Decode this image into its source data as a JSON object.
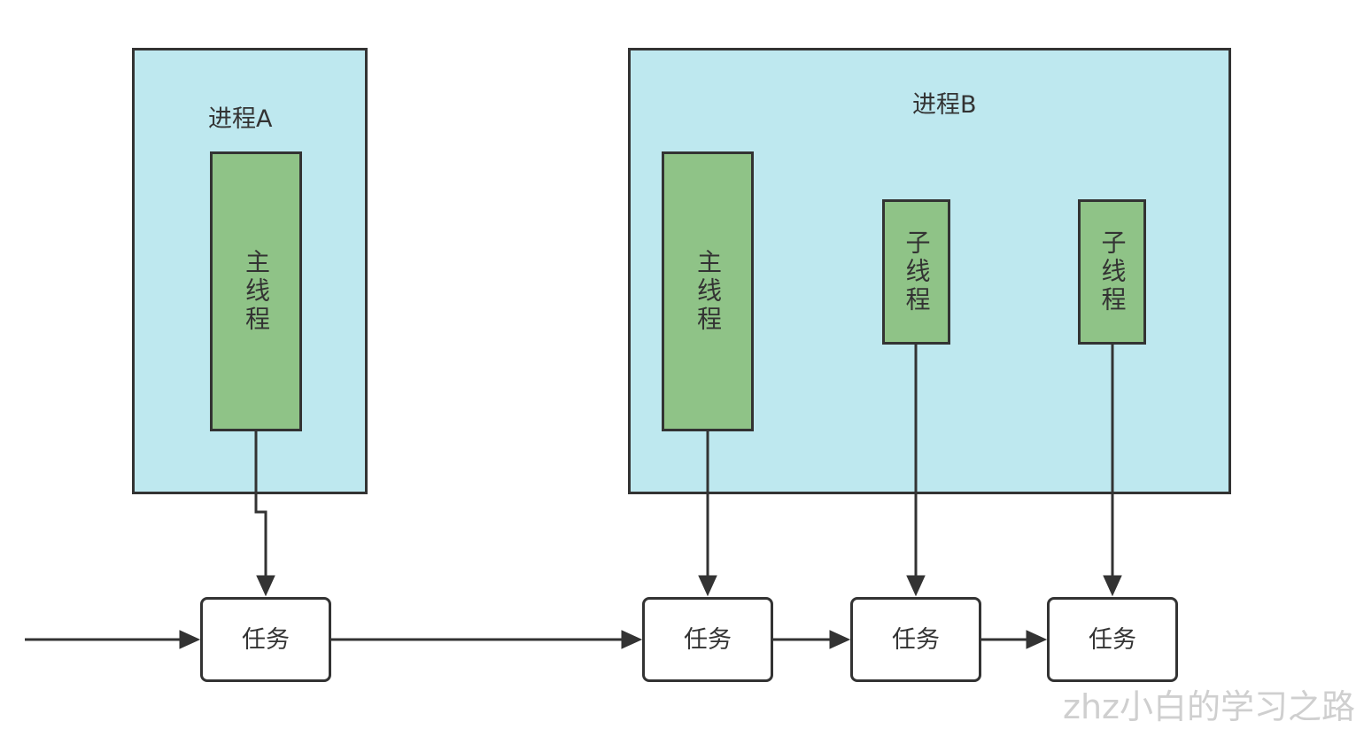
{
  "process_a": {
    "label": "进程A",
    "main_thread": "主线程"
  },
  "process_b": {
    "label": "进程B",
    "main_thread": "主线程",
    "child_threads": [
      "子线程",
      "子线程"
    ]
  },
  "tasks": [
    "任务",
    "任务",
    "任务",
    "任务"
  ],
  "watermark": "zhz小白的学习之路",
  "colors": {
    "process_fill": "#bee8ef",
    "thread_fill": "#8fc387",
    "task_fill": "#ffffff",
    "stroke": "#333333"
  }
}
